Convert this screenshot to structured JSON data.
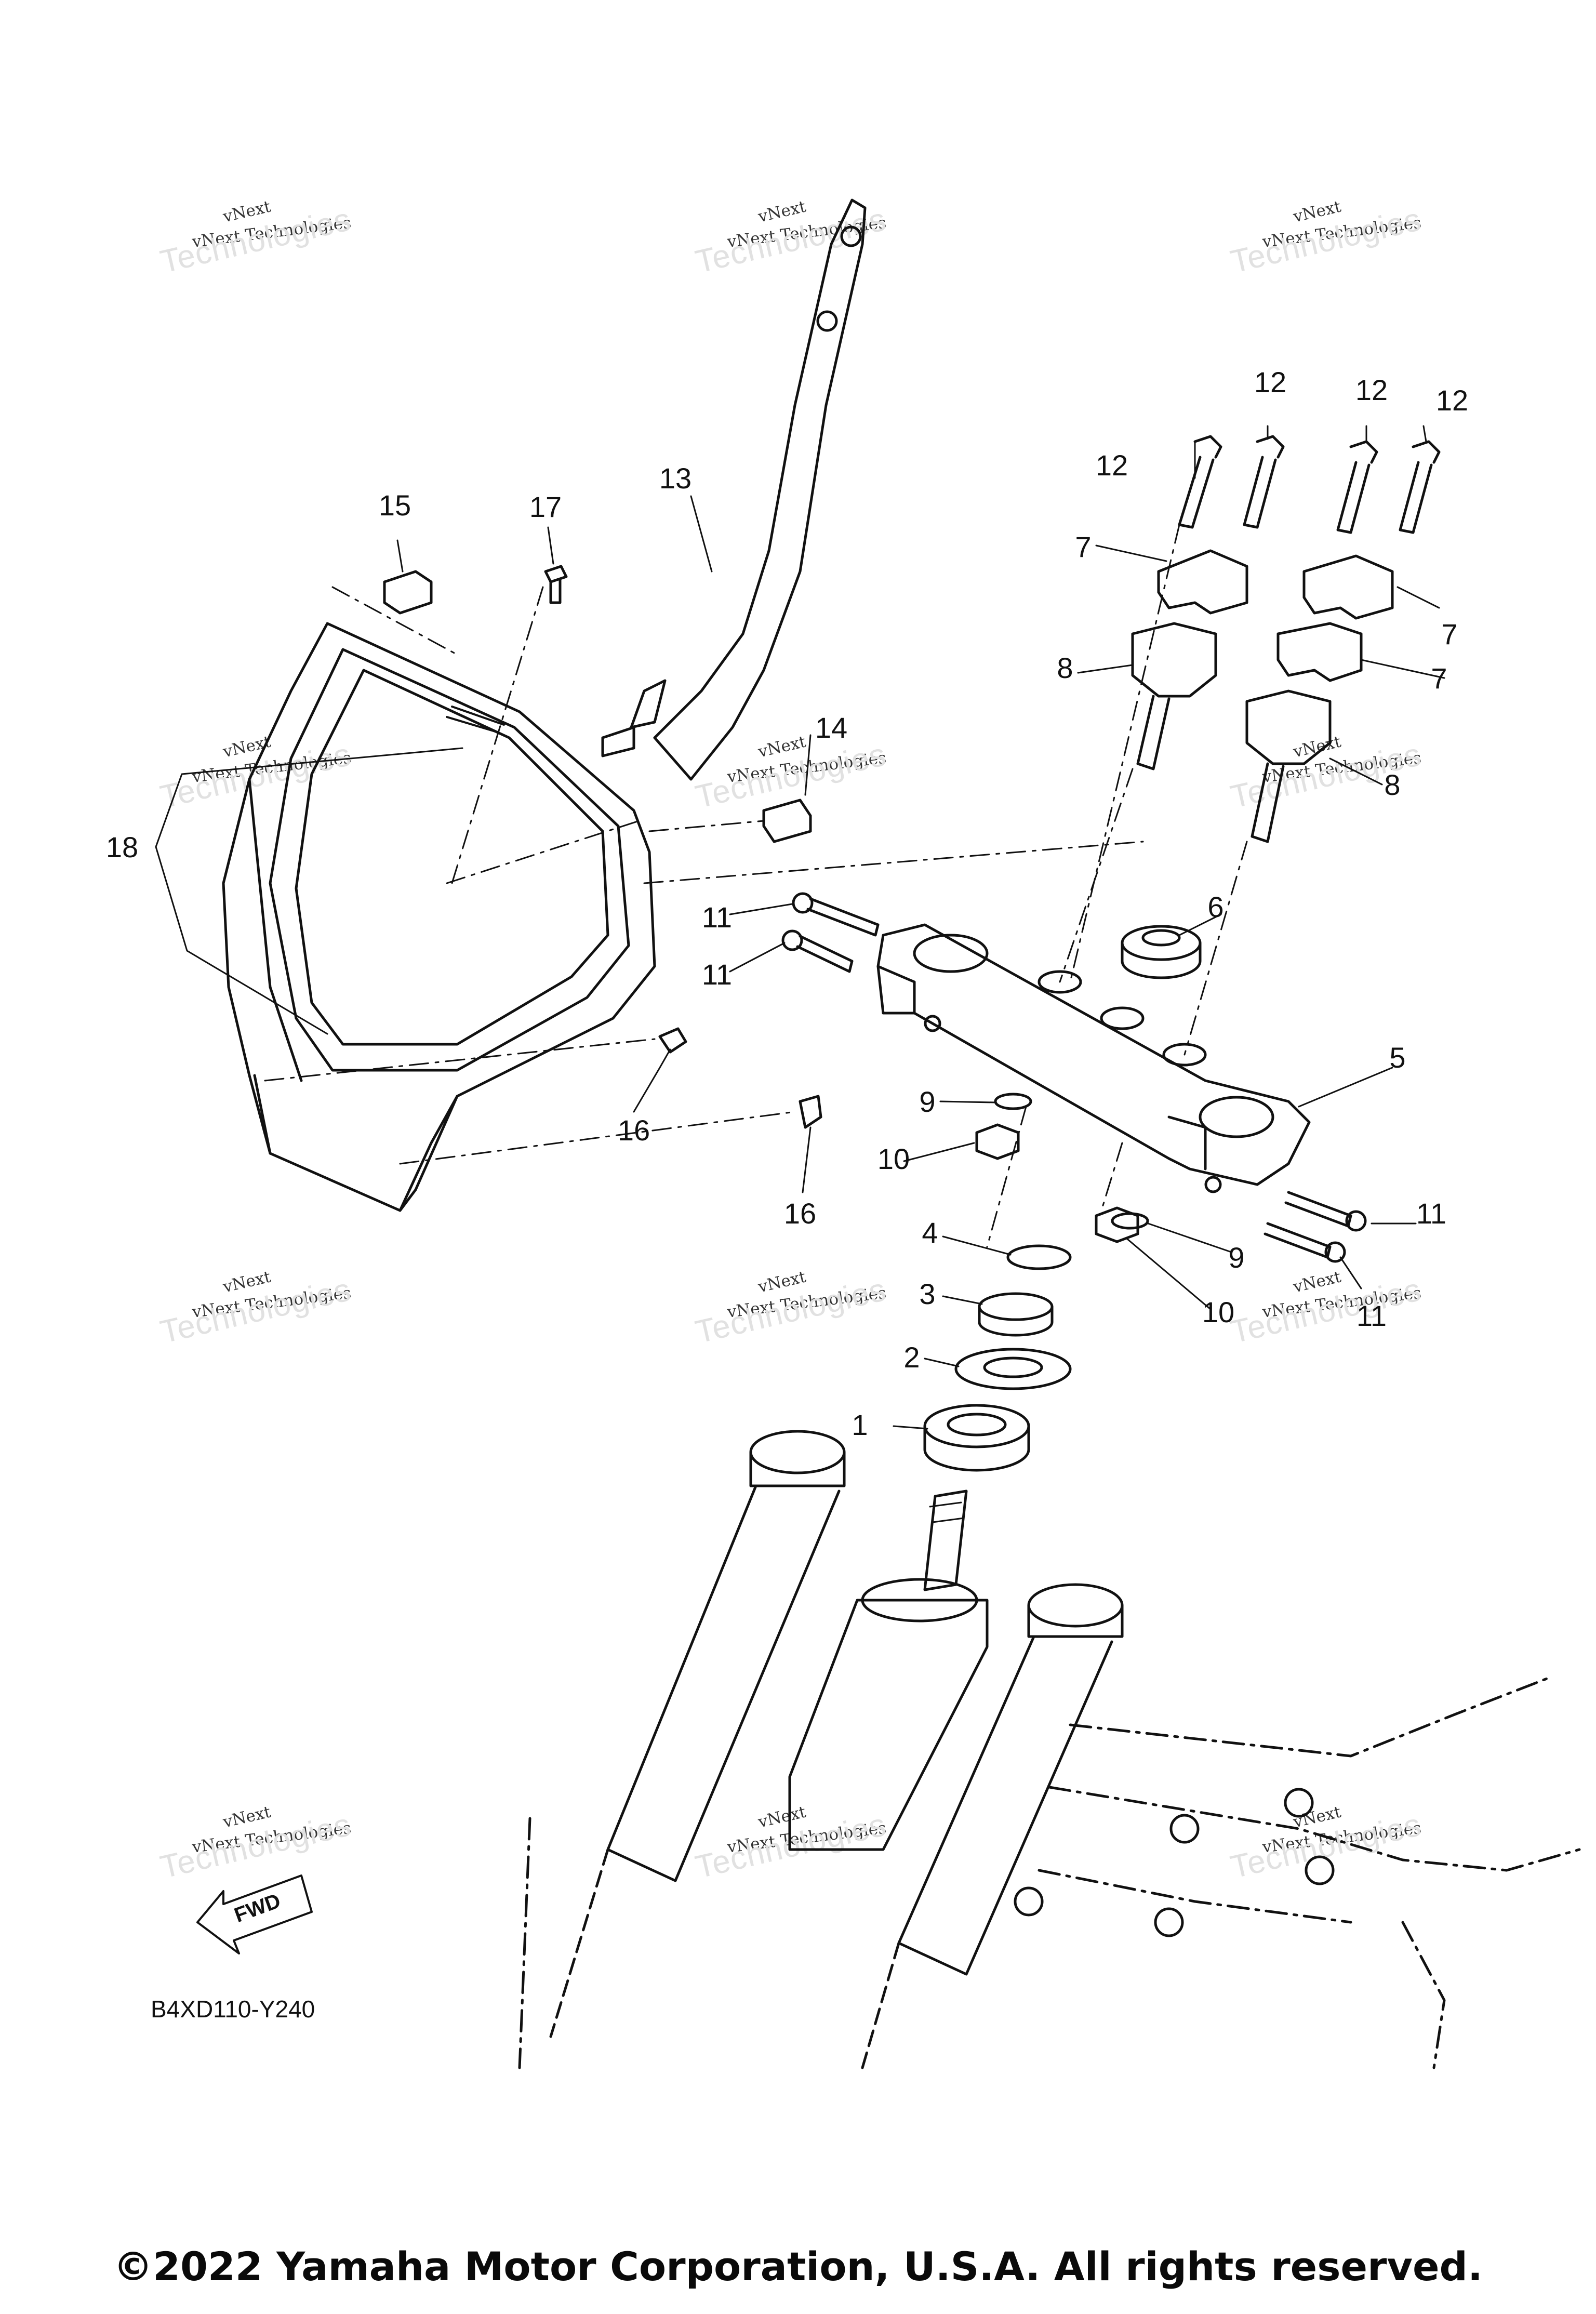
{
  "diagram": {
    "code": "B4XD110-Y240",
    "copyright": "©2022 Yamaha Motor Corporation, U.S.A. All rights reserved.",
    "fwd_label": "FWD",
    "watermark": {
      "line1": "vNext",
      "line2": "vNext Technologies",
      "line3": "Technologies"
    },
    "callouts": {
      "c1": "1",
      "c2": "2",
      "c3": "3",
      "c4": "4",
      "c5": "5",
      "c6": "6",
      "c7a": "7",
      "c7b": "7",
      "c7c": "7",
      "c8a": "8",
      "c8b": "8",
      "c9a": "9",
      "c9b": "9",
      "c10a": "10",
      "c10b": "10",
      "c11a": "11",
      "c11b": "11",
      "c11c": "11",
      "c11d": "11",
      "c12a": "12",
      "c12b": "12",
      "c12c": "12",
      "c12d": "12",
      "c13": "13",
      "c14": "14",
      "c15": "15",
      "c16a": "16",
      "c16b": "16",
      "c17": "17",
      "c18": "18"
    }
  }
}
